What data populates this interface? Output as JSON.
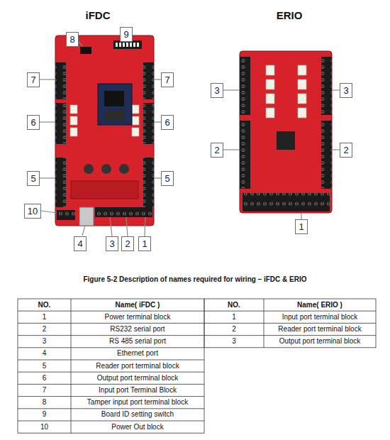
{
  "diagram": {
    "caption": "Figure 5-2 Description of names required for wiring – iFDC & ERIO",
    "nodes": [
      {
        "text": [
          "8"
        ]
      },
      {
        "text": [
          "9"
        ]
      },
      {
        "text": [
          "7"
        ]
      },
      {
        "text": [
          "7"
        ]
      },
      {
        "text": [
          "6"
        ]
      },
      {
        "text": [
          "6"
        ]
      },
      {
        "text": [
          "5"
        ]
      },
      {
        "text": [
          "5"
        ]
      },
      {
        "text": [
          "10"
        ]
      },
      {
        "text": [
          "4"
        ]
      },
      {
        "text": [
          "3"
        ]
      },
      {
        "text": [
          "2"
        ]
      },
      {
        "text": [
          "1"
        ]
      },
      {
        "text": [
          "3"
        ]
      },
      {
        "text": [
          "3"
        ]
      },
      {
        "text": [
          "2"
        ]
      },
      {
        "text": [
          "2"
        ]
      },
      {
        "text": [
          "1"
        ]
      }
    ],
    "labels": [
      "iFDC",
      "ERIO",
      "NO.",
      "Name( iFDC )",
      "1",
      "Power terminal block",
      "2",
      "RS232 serial port",
      "3",
      "RS 485 serial port",
      "4",
      "Ethernet port",
      "5",
      "Reader port terminal block",
      "6",
      "Output port terminal block",
      "7",
      "Input port Terminal Block",
      "8",
      "Tamper input port terminal block",
      "9",
      "Board ID setting switch",
      "10",
      "Power Out block",
      "NO.",
      "Name( ERIO )",
      "1",
      "Input port terminal block",
      "2",
      "Reader port terminal block",
      "3",
      "Output port terminal block"
    ]
  }
}
